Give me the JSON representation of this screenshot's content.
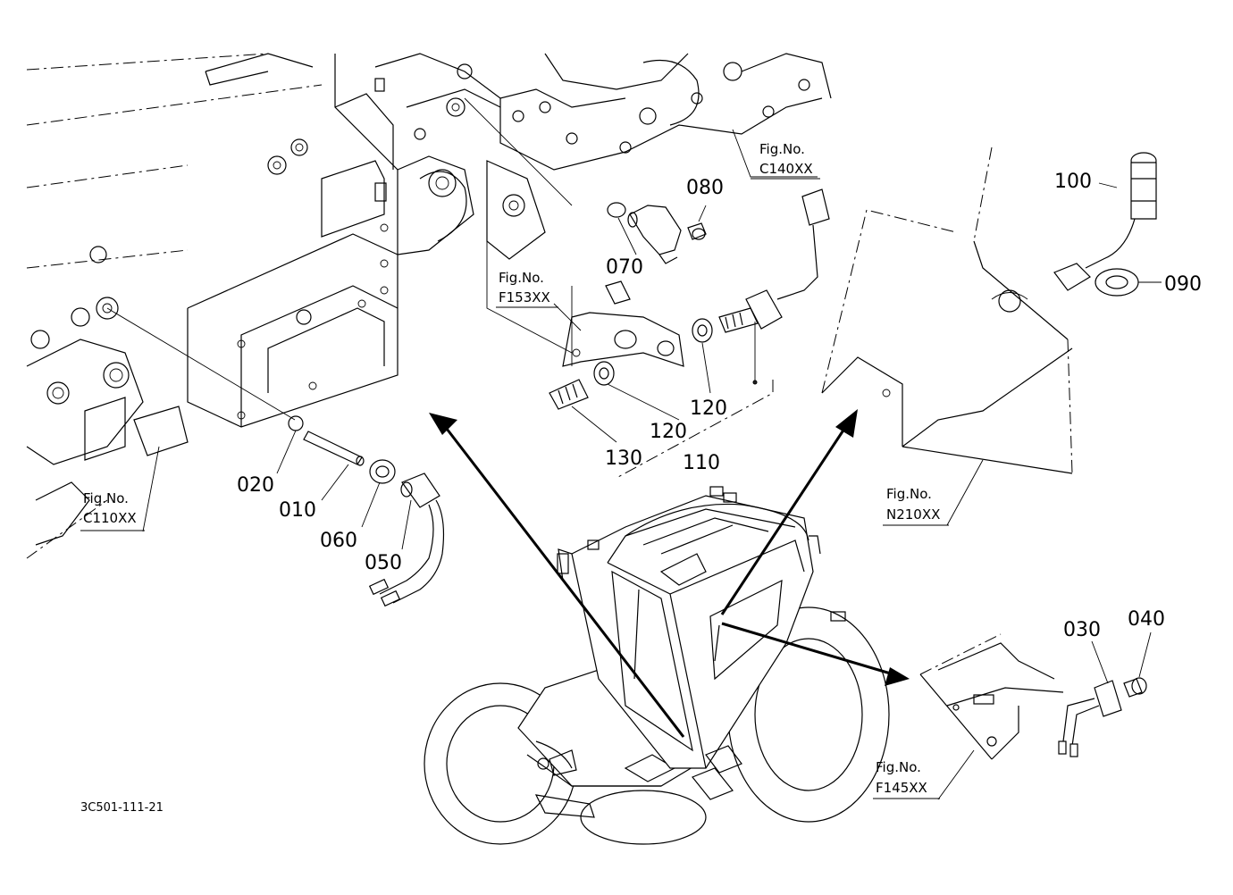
{
  "parts": {
    "p010": "010",
    "p020": "020",
    "p030": "030",
    "p040": "040",
    "p050": "050",
    "p060": "060",
    "p070": "070",
    "p080": "080",
    "p090": "090",
    "p100": "100",
    "p110": "110",
    "p120a": "120",
    "p120b": "120",
    "p130": "130"
  },
  "figure_refs": {
    "prefix": "Fig.No.",
    "c110": "C110XX",
    "c140": "C140XX",
    "f153": "F153XX",
    "n210": "N210XX",
    "f145": "F145XX"
  },
  "drawing_id": "3C501-111-21"
}
